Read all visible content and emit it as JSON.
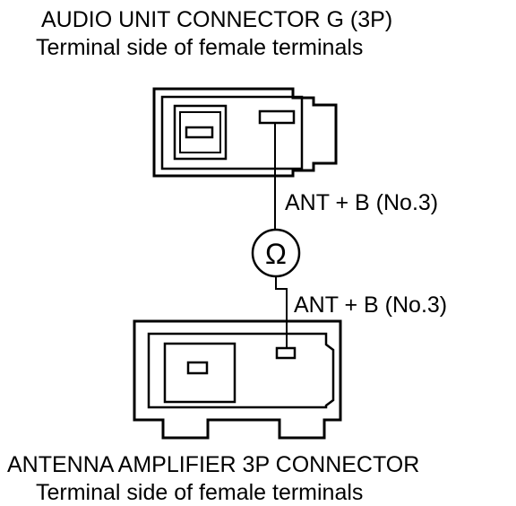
{
  "top_connector": {
    "title": "AUDIO UNIT CONNECTOR G (3P)",
    "subtitle": "Terminal side of female terminals",
    "terminal_label": "ANT  + B (No.3)"
  },
  "meter": {
    "symbol": "Ω",
    "icon": "ohmmeter-icon"
  },
  "bottom_connector": {
    "title": "ANTENNA AMPLIFIER 3P CONNECTOR",
    "subtitle": "Terminal side of female terminals",
    "terminal_label": "ANT  + B (No.3)"
  },
  "colors": {
    "line": "#000000",
    "background": "#ffffff"
  }
}
